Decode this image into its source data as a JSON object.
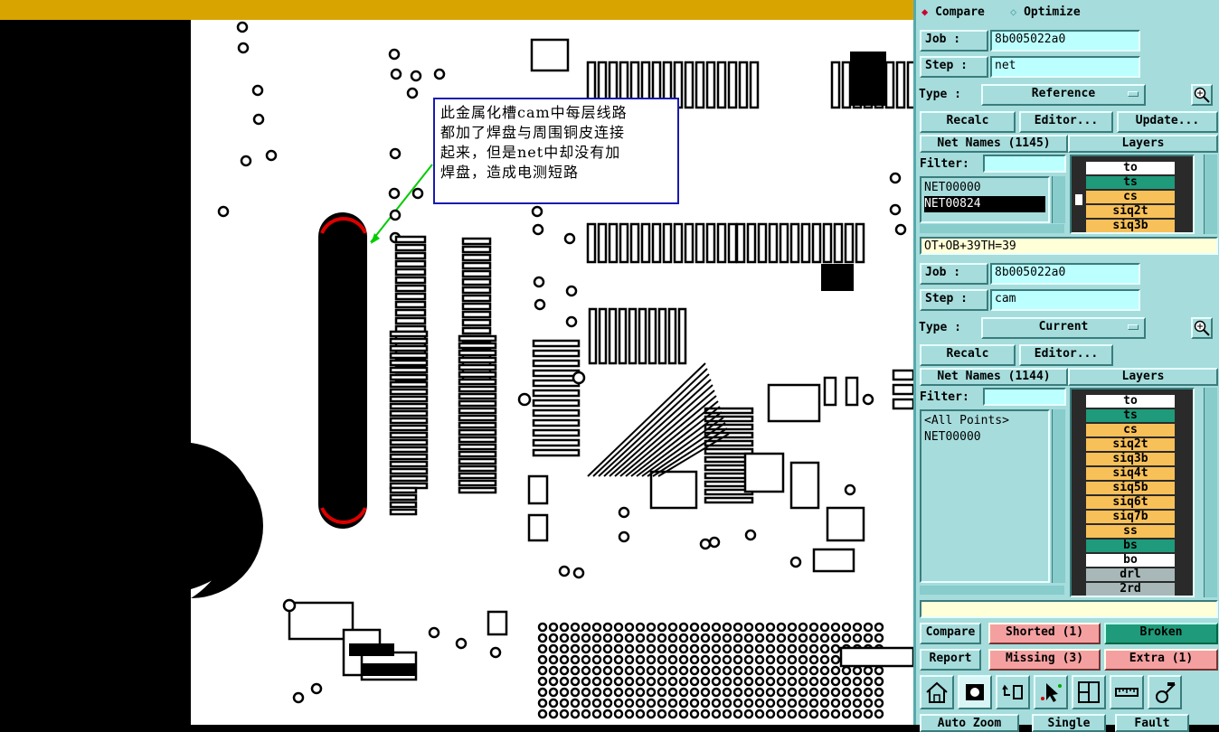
{
  "annotation": {
    "lines": [
      "此金属化槽cam中每层线路",
      "都加了焊盘与周围铜皮连接",
      "起来，但是net中却没有加",
      "焊盘，造成电测短路"
    ]
  },
  "mode": {
    "compare_label": "Compare",
    "optimize_label": "Optimize",
    "selected": "Compare"
  },
  "reference": {
    "job_label": "Job  :",
    "job_value": "8b005022a0",
    "step_label": "Step :",
    "step_value": "net",
    "type_label": "Type :",
    "type_value": "Reference",
    "recalc_label": "Recalc",
    "editor_label": "Editor...",
    "update_label": "Update...",
    "net_names_header": "Net Names (1145)",
    "layers_header": "Layers",
    "filter_label": "Filter:",
    "nets": [
      "NET00000",
      "NET00824"
    ],
    "selected_net": "NET00824",
    "layers": [
      {
        "name": "to",
        "color": "#ffffff"
      },
      {
        "name": "ts",
        "color": "#1f9a7a"
      },
      {
        "name": "cs",
        "color": "#f8c058"
      },
      {
        "name": "siq2t",
        "color": "#f8c058"
      },
      {
        "name": "siq3b",
        "color": "#f8c058"
      }
    ],
    "status": "OT+OB+39TH=39"
  },
  "current": {
    "job_label": "Job  :",
    "job_value": "8b005022a0",
    "step_label": "Step :",
    "step_value": "cam",
    "type_label": "Type :",
    "type_value": "Current",
    "recalc_label": "Recalc",
    "editor_label": "Editor...",
    "net_names_header": "Net Names (1144)",
    "layers_header": "Layers",
    "filter_label": "Filter:",
    "nets": [
      "<All Points>",
      "NET00000"
    ],
    "layers": [
      {
        "name": "to",
        "color": "#ffffff"
      },
      {
        "name": "ts",
        "color": "#1f9a7a"
      },
      {
        "name": "cs",
        "color": "#f8c058"
      },
      {
        "name": "siq2t",
        "color": "#f8c058"
      },
      {
        "name": "siq3b",
        "color": "#f8c058"
      },
      {
        "name": "siq4t",
        "color": "#f8c058"
      },
      {
        "name": "siq5b",
        "color": "#f8c058"
      },
      {
        "name": "siq6t",
        "color": "#f8c058"
      },
      {
        "name": "siq7b",
        "color": "#f8c058"
      },
      {
        "name": "ss",
        "color": "#f8c058"
      },
      {
        "name": "bs",
        "color": "#1f9a7a"
      },
      {
        "name": "bo",
        "color": "#ffffff"
      },
      {
        "name": "drl",
        "color": "#a8b8b8"
      },
      {
        "name": "2rd",
        "color": "#a8b8b8"
      }
    ]
  },
  "results": {
    "compare_label": "Compare",
    "report_label": "Report",
    "shorted_label": "Shorted (1)",
    "broken_label": "Broken",
    "missing_label": "Missing (3)",
    "extra_label": "Extra (1)",
    "shorted_color": "#f4a0a0",
    "broken_color": "#1f9a7a",
    "missing_color": "#f4a0a0",
    "extra_color": "#f4a0a0"
  },
  "toolbar": [
    "home-icon",
    "snapshot-icon",
    "undo-icon",
    "select-icon",
    "window-icon",
    "ruler-icon",
    "settings-icon"
  ],
  "bottom": {
    "zoom_label": "Auto Zoom",
    "select_label": "Single",
    "fault_label": "Fault"
  }
}
